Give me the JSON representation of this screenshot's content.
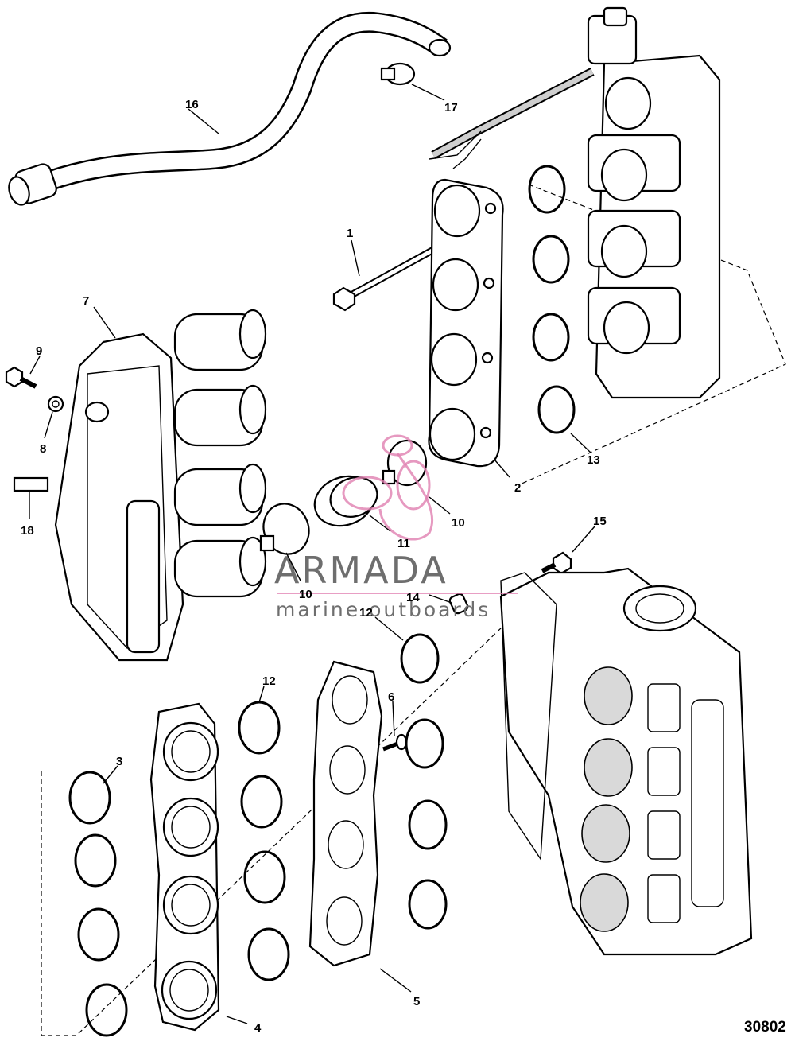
{
  "diagram": {
    "reference_number": "30802",
    "callouts": {
      "c1": "1",
      "c2": "2",
      "c3": "3",
      "c4": "4",
      "c5": "5",
      "c6": "6",
      "c7": "7",
      "c8": "8",
      "c9": "9",
      "c10a": "10",
      "c10b": "10",
      "c11": "11",
      "c12a": "12",
      "c12b": "12",
      "c13": "13",
      "c14": "14",
      "c15": "15",
      "c16": "16",
      "c17": "17",
      "c18": "18"
    }
  },
  "watermark": {
    "title": "ARMADA",
    "subtitle": "marine outboards",
    "accent_color": "#e07fb0",
    "text_color": "#6e6e6e"
  }
}
